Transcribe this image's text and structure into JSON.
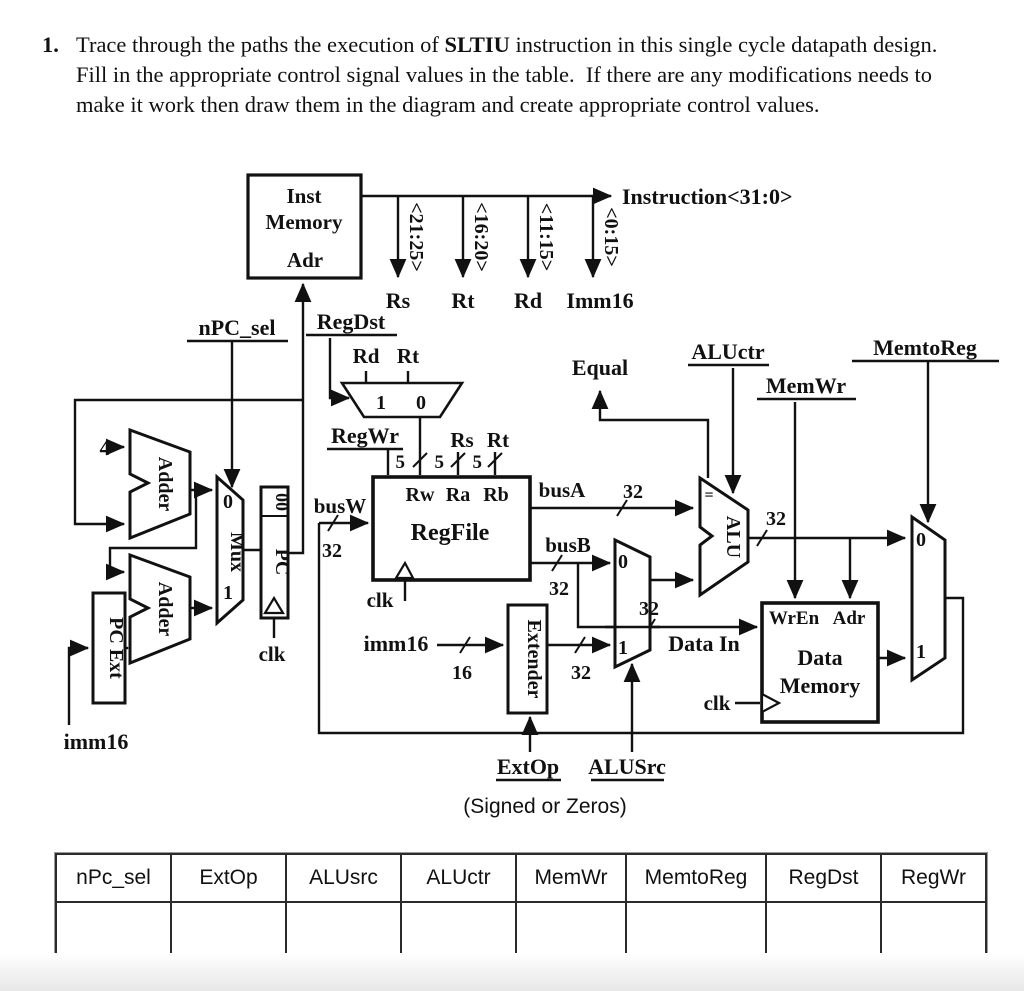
{
  "question": {
    "number": "1.",
    "pre": "Trace through the paths the execution of ",
    "bold": "SLTIU",
    "post": " instruction in this single cycle datapath design.  Fill in the appropriate control signal values in the table.  If there are any modifications needs to make it work then draw them in the diagram and create appropriate control values."
  },
  "diagram": {
    "inst_memory": {
      "title1": "Inst",
      "title2": "Memory",
      "port_adr": "Adr"
    },
    "instruction_bus": "Instruction<31:0>",
    "fields": [
      {
        "bits": "<21:25>",
        "name": "Rs"
      },
      {
        "bits": "<16:20>",
        "name": "Rt"
      },
      {
        "bits": "<11:15>",
        "name": "Rd"
      },
      {
        "bits": "<0:15>",
        "name": "Imm16"
      }
    ],
    "controls": {
      "npc_sel": "nPC_sel",
      "regdst": "RegDst",
      "regwr": "RegWr",
      "equal": "Equal",
      "aluctr": "ALUctr",
      "memwr": "MemWr",
      "memtoreg": "MemtoReg",
      "extop": "ExtOp",
      "alusrc": "ALUSrc"
    },
    "note_signed": "(Signed or Zeros)",
    "regdst_mux": {
      "in_left": "Rd",
      "in_right": "Rt"
    },
    "regfile": {
      "label": "RegFile",
      "rw": "Rw",
      "ra": "Ra",
      "rb": "Rb",
      "rs": "Rs",
      "rt": "Rt"
    },
    "pc": {
      "label": "PC",
      "prefix": "00"
    },
    "pc_ext": "PC Ext",
    "mux": "Mux",
    "adder": "Adder",
    "alu": {
      "label": "ALU",
      "equal_mark": "="
    },
    "extender": "Extender",
    "data_memory": {
      "wren": "WrEn",
      "adr": "Adr",
      "line1": "Data",
      "line2": "Memory",
      "data_in": "Data In"
    },
    "buses": {
      "busw": "busW",
      "busa": "busA",
      "busb": "busB",
      "w32": "32",
      "w16": "16",
      "w5": "5"
    },
    "misc": {
      "clk": "clk",
      "imm16": "imm16",
      "four": "4",
      "zero": "0",
      "one": "1"
    }
  },
  "table": {
    "headers": [
      "nPc_sel",
      "ExtOp",
      "ALUsrc",
      "ALUctr",
      "MemWr",
      "MemtoReg",
      "RegDst",
      "RegWr"
    ],
    "row": [
      "",
      "",
      "",
      "",
      "",
      "",
      "",
      ""
    ]
  }
}
